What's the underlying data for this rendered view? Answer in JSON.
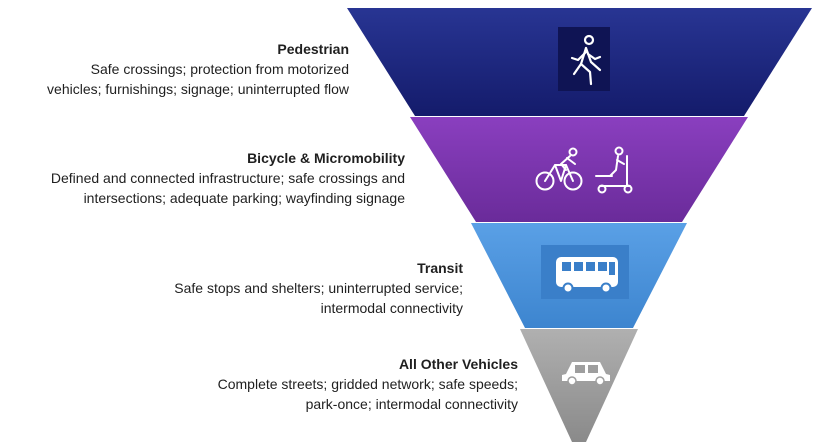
{
  "colors": {
    "tier1": "#1a237e",
    "tier2": "#7030a0",
    "tier3": "#4a90d9",
    "tier4": "#9e9e9e"
  },
  "tiers": [
    {
      "title": "Pedestrian",
      "desc_line1": "Safe crossings; protection from motorized",
      "desc_line2": "vehicles; furnishings; signage; uninterrupted flow",
      "icon": "pedestrian-icon"
    },
    {
      "title": "Bicycle & Micromobility",
      "desc_line1": "Defined and connected infrastructure; safe crossings and",
      "desc_line2": "intersections; adequate parking; wayfinding signage",
      "icon": "bicycle-scooter-icon"
    },
    {
      "title": "Transit",
      "desc_line1": "Safe stops and shelters; uninterrupted service;",
      "desc_line2": "intermodal connectivity",
      "icon": "bus-icon"
    },
    {
      "title": "All Other Vehicles",
      "desc_line1": "Complete streets; gridded network; safe speeds;",
      "desc_line2": "park-once; intermodal connectivity",
      "icon": "car-icon"
    }
  ]
}
